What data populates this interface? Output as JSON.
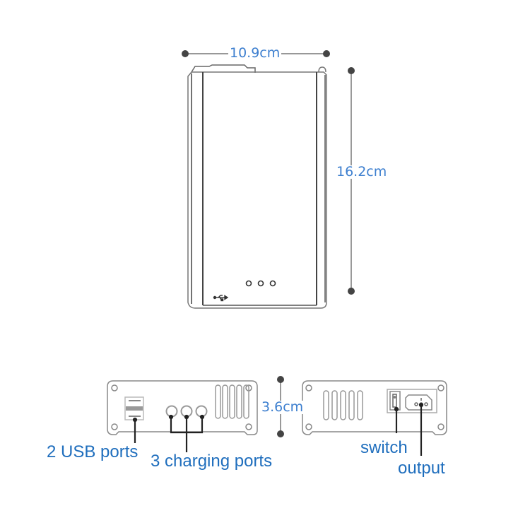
{
  "diagram": {
    "type": "product-dimension-diagram",
    "colors": {
      "label_text": "#1f6ebd",
      "dimension_text": "#3d7fcf",
      "line": "#555555",
      "light_line": "#999999",
      "background": "#ffffff"
    },
    "top_view": {
      "width_dimension": "10.9cm",
      "height_dimension": "16.2cm",
      "indicator_lights": 3,
      "icons": [
        "usb-icon"
      ]
    },
    "front_panel": {
      "depth_dimension": "3.6cm",
      "callouts": [
        {
          "id": "usb",
          "label": "2 USB ports"
        },
        {
          "id": "charging",
          "label": "3 charging ports"
        }
      ]
    },
    "back_panel": {
      "callouts": [
        {
          "id": "switch",
          "label": "switch"
        },
        {
          "id": "output",
          "label": "output"
        }
      ]
    }
  }
}
